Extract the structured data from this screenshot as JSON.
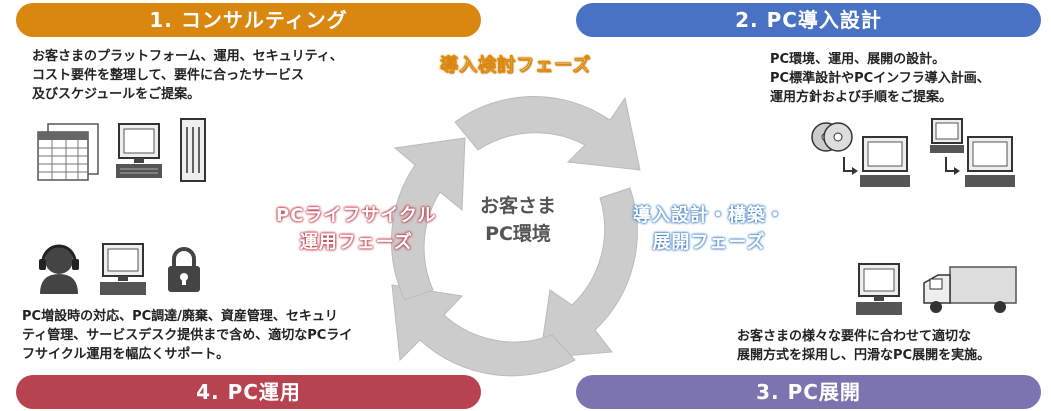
{
  "steps": [
    {
      "title": "1. コンサルティング",
      "color": "#d9870f",
      "lines": [
        "お客さまのプラットフォーム、運用、セキュリティ、",
        "コスト要件を整理して、要件に合ったサービス",
        "及びスケジュールをご提案。"
      ]
    },
    {
      "title": "2. PC導入設計",
      "color": "#4a72c4",
      "lines": [
        "PC環境、運用、展開の設計。",
        "PC標準設計やPCインフラ導入計画、",
        "運用方針および手順をご提案。"
      ]
    },
    {
      "title": "3. PC展開",
      "color": "#7b74b0",
      "lines": [
        "お客さまの様々な要件に合わせて適切な",
        "展開方式を採用し、円滑なPC展開を実施。"
      ]
    },
    {
      "title": "4. PC運用",
      "color": "#b84350",
      "lines": [
        "PC増設時の対応、PC調達/廃棄、資産管理、セキュリ",
        "ティ管理、サービスデスク提供まで含め、適切なPCライ",
        "フサイクル運用を幅広くサポート。"
      ]
    }
  ],
  "phases": {
    "intro": {
      "lines": [
        "導入検討フェーズ"
      ],
      "color": "#e8a23a"
    },
    "design": {
      "lines": [
        "導入設計・構築・",
        "展開フェーズ"
      ],
      "color": "#4a86c8"
    },
    "lifecycle": {
      "lines": [
        "PCライフサイクル",
        "運用フェーズ"
      ],
      "color": "#c23b4b"
    }
  },
  "center": {
    "lines": [
      "お客さま",
      "PC環境"
    ]
  }
}
